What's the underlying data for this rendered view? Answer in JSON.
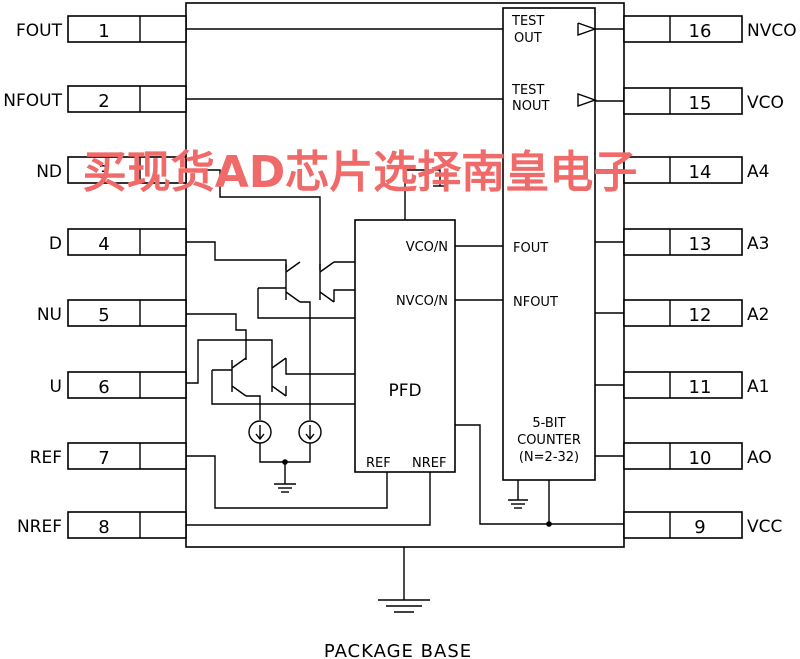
{
  "left_pins": [
    {
      "num": "1",
      "name": "FOUT"
    },
    {
      "num": "2",
      "name": "NFOUT"
    },
    {
      "num": "3",
      "name": "ND"
    },
    {
      "num": "4",
      "name": "D"
    },
    {
      "num": "5",
      "name": "NU"
    },
    {
      "num": "6",
      "name": "U"
    },
    {
      "num": "7",
      "name": "REF"
    },
    {
      "num": "8",
      "name": "NREF"
    }
  ],
  "right_pins": [
    {
      "num": "16",
      "name": "NVCO"
    },
    {
      "num": "15",
      "name": "VCO"
    },
    {
      "num": "14",
      "name": "A4"
    },
    {
      "num": "13",
      "name": "A3"
    },
    {
      "num": "12",
      "name": "A2"
    },
    {
      "num": "11",
      "name": "A1"
    },
    {
      "num": "10",
      "name": "AO"
    },
    {
      "num": "9",
      "name": "VCC"
    }
  ],
  "pfd": {
    "title": "PFD",
    "vco_n": "VCO/N",
    "nvco_n": "NVCO/N",
    "ref": "REF",
    "nref": "NREF"
  },
  "counter": {
    "test_out_1": "TEST",
    "test_out_2": "OUT",
    "test_nout_1": "TEST",
    "test_nout_2": "NOUT",
    "fout": "FOUT",
    "nfout": "NFOUT",
    "label_1": "5-BIT",
    "label_2": "COUNTER",
    "label_3": "(N=2-32)"
  },
  "package_base": "PACKAGE BASE",
  "watermark": "买现货AD芯片选择南皇电子"
}
